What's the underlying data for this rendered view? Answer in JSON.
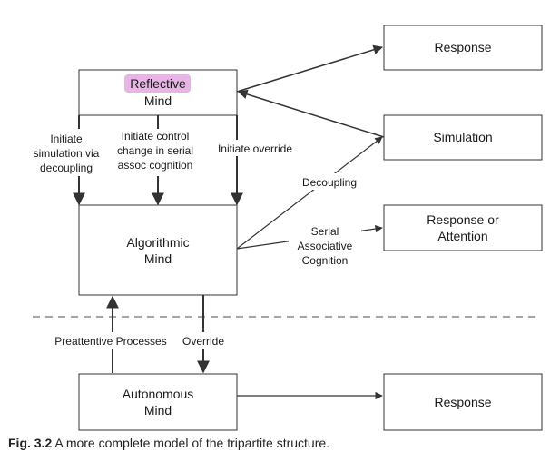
{
  "boxes": {
    "reflective": {
      "highlight": "Reflective",
      "line2": "Mind"
    },
    "algorithmic": {
      "line1": "Algorithmic",
      "line2": "Mind"
    },
    "autonomous": {
      "line1": "Autonomous",
      "line2": "Mind"
    },
    "response_top": {
      "label": "Response"
    },
    "simulation": {
      "label": "Simulation"
    },
    "response_attention": {
      "line1": "Response or",
      "line2": "Attention"
    },
    "response_bottom": {
      "label": "Response"
    }
  },
  "labels": {
    "initiate_sim": [
      "Initiate",
      "simulation via",
      "decoupling"
    ],
    "initiate_control": [
      "Initiate control",
      "change in serial",
      "assoc cognition"
    ],
    "initiate_override": "Initiate override",
    "decoupling": "Decoupling",
    "serial": [
      "Serial",
      "Associative",
      "Cognition"
    ],
    "preattentive": "Preattentive Processes",
    "override": "Override"
  },
  "caption": {
    "label": "Fig. 3.2",
    "text": "A more complete model of the tripartite structure."
  },
  "colors": {
    "highlight": "#e8b4e6",
    "stroke": "#333333",
    "dashed": "#888888"
  }
}
